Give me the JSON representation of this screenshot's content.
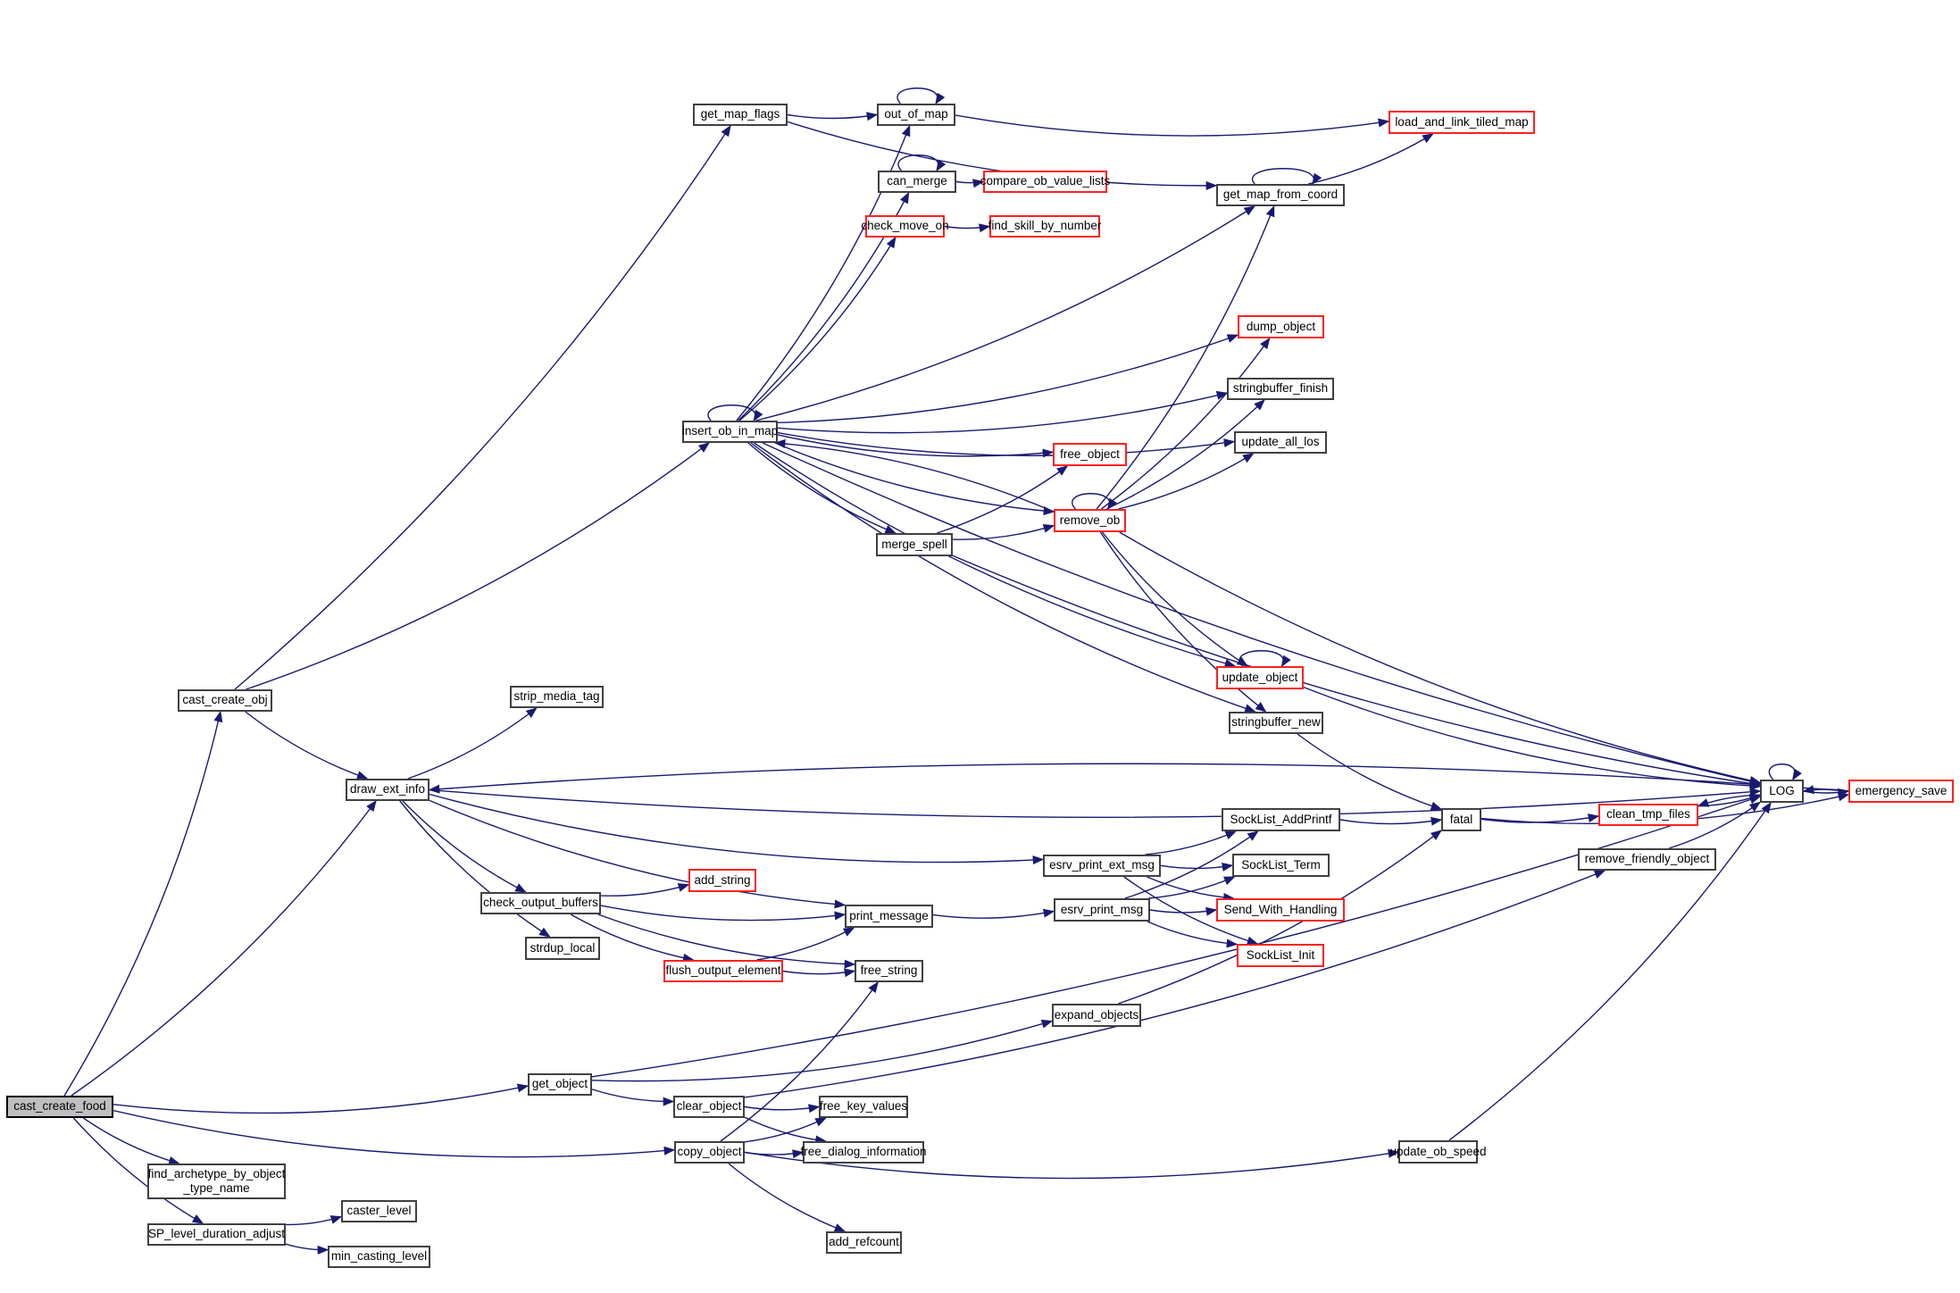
{
  "title": "cast_create_food call graph",
  "colors": {
    "edge": "#191970",
    "node_border": "#404040",
    "truncated_border": "#ff2020",
    "root_fill": "#bfbfbf"
  },
  "nodes": [
    {
      "id": "cast_create_food",
      "label": "cast_create_food",
      "style": "root"
    },
    {
      "id": "find_archetype",
      "label": "find_archetype_by_object\n_type_name",
      "style": "normal"
    },
    {
      "id": "SP_level_duration_adjust",
      "label": "SP_level_duration_adjust",
      "style": "normal"
    },
    {
      "id": "caster_level",
      "label": "caster_level",
      "style": "normal"
    },
    {
      "id": "min_casting_level",
      "label": "min_casting_level",
      "style": "normal"
    },
    {
      "id": "cast_create_obj",
      "label": "cast_create_obj",
      "style": "normal"
    },
    {
      "id": "draw_ext_info",
      "label": "draw_ext_info",
      "style": "normal"
    },
    {
      "id": "strip_media_tag",
      "label": "strip_media_tag",
      "style": "normal"
    },
    {
      "id": "check_output_buffers",
      "label": "check_output_buffers",
      "style": "normal"
    },
    {
      "id": "strdup_local",
      "label": "strdup_local",
      "style": "normal"
    },
    {
      "id": "add_string",
      "label": "add_string",
      "style": "truncated"
    },
    {
      "id": "print_message",
      "label": "print_message",
      "style": "normal"
    },
    {
      "id": "flush_output_element",
      "label": "flush_output_element",
      "style": "truncated"
    },
    {
      "id": "free_string",
      "label": "free_string",
      "style": "normal"
    },
    {
      "id": "esrv_print_ext_msg",
      "label": "esrv_print_ext_msg",
      "style": "normal"
    },
    {
      "id": "esrv_print_msg",
      "label": "esrv_print_msg",
      "style": "normal"
    },
    {
      "id": "SockList_AddPrintf",
      "label": "SockList_AddPrintf",
      "style": "normal"
    },
    {
      "id": "SockList_Term",
      "label": "SockList_Term",
      "style": "normal"
    },
    {
      "id": "Send_With_Handling",
      "label": "Send_With_Handling",
      "style": "truncated"
    },
    {
      "id": "SockList_Init",
      "label": "SockList_Init",
      "style": "truncated"
    },
    {
      "id": "fatal",
      "label": "fatal",
      "style": "normal"
    },
    {
      "id": "clean_tmp_files",
      "label": "clean_tmp_files",
      "style": "truncated"
    },
    {
      "id": "remove_friendly_object",
      "label": "remove_friendly_object",
      "style": "normal"
    },
    {
      "id": "LOG",
      "label": "LOG",
      "style": "normal"
    },
    {
      "id": "emergency_save",
      "label": "emergency_save",
      "style": "truncated"
    },
    {
      "id": "expand_objects",
      "label": "expand_objects",
      "style": "normal"
    },
    {
      "id": "get_object",
      "label": "get_object",
      "style": "normal"
    },
    {
      "id": "clear_object",
      "label": "clear_object",
      "style": "normal"
    },
    {
      "id": "copy_object",
      "label": "copy_object",
      "style": "normal"
    },
    {
      "id": "free_key_values",
      "label": "free_key_values",
      "style": "normal"
    },
    {
      "id": "free_dialog_information",
      "label": "free_dialog_information",
      "style": "normal"
    },
    {
      "id": "add_refcount",
      "label": "add_refcount",
      "style": "normal"
    },
    {
      "id": "update_ob_speed",
      "label": "update_ob_speed",
      "style": "normal"
    },
    {
      "id": "get_map_flags",
      "label": "get_map_flags",
      "style": "normal"
    },
    {
      "id": "out_of_map",
      "label": "out_of_map",
      "style": "normal"
    },
    {
      "id": "can_merge",
      "label": "can_merge",
      "style": "normal"
    },
    {
      "id": "check_move_on",
      "label": "check_move_on",
      "style": "truncated"
    },
    {
      "id": "compare_ob_value_lists",
      "label": "compare_ob_value_lists",
      "style": "truncated"
    },
    {
      "id": "find_skill_by_number",
      "label": "find_skill_by_number",
      "style": "truncated"
    },
    {
      "id": "load_and_link_tiled_map",
      "label": "load_and_link_tiled_map",
      "style": "truncated"
    },
    {
      "id": "get_map_from_coord",
      "label": "get_map_from_coord",
      "style": "normal"
    },
    {
      "id": "insert_ob_in_map",
      "label": "insert_ob_in_map",
      "style": "normal"
    },
    {
      "id": "dump_object",
      "label": "dump_object",
      "style": "truncated"
    },
    {
      "id": "stringbuffer_finish",
      "label": "stringbuffer_finish",
      "style": "normal"
    },
    {
      "id": "update_all_los",
      "label": "update_all_los",
      "style": "normal"
    },
    {
      "id": "free_object",
      "label": "free_object",
      "style": "truncated"
    },
    {
      "id": "remove_ob",
      "label": "remove_ob",
      "style": "truncated"
    },
    {
      "id": "merge_spell",
      "label": "merge_spell",
      "style": "normal"
    },
    {
      "id": "update_object",
      "label": "update_object",
      "style": "truncated"
    },
    {
      "id": "stringbuffer_new",
      "label": "stringbuffer_new",
      "style": "normal"
    }
  ],
  "edges": [
    [
      "cast_create_food",
      "cast_create_obj"
    ],
    [
      "cast_create_food",
      "draw_ext_info"
    ],
    [
      "cast_create_food",
      "get_object"
    ],
    [
      "cast_create_food",
      "copy_object"
    ],
    [
      "cast_create_food",
      "find_archetype"
    ],
    [
      "cast_create_food",
      "SP_level_duration_adjust"
    ],
    [
      "SP_level_duration_adjust",
      "caster_level"
    ],
    [
      "SP_level_duration_adjust",
      "min_casting_level"
    ],
    [
      "cast_create_obj",
      "get_map_flags"
    ],
    [
      "cast_create_obj",
      "insert_ob_in_map"
    ],
    [
      "cast_create_obj",
      "draw_ext_info"
    ],
    [
      "draw_ext_info",
      "strip_media_tag"
    ],
    [
      "draw_ext_info",
      "check_output_buffers"
    ],
    [
      "draw_ext_info",
      "strdup_local"
    ],
    [
      "draw_ext_info",
      "print_message"
    ],
    [
      "draw_ext_info",
      "esrv_print_ext_msg"
    ],
    [
      "draw_ext_info",
      "LOG"
    ],
    [
      "check_output_buffers",
      "add_string"
    ],
    [
      "check_output_buffers",
      "print_message"
    ],
    [
      "check_output_buffers",
      "flush_output_element"
    ],
    [
      "check_output_buffers",
      "free_string"
    ],
    [
      "flush_output_element",
      "print_message"
    ],
    [
      "flush_output_element",
      "free_string"
    ],
    [
      "print_message",
      "esrv_print_msg"
    ],
    [
      "esrv_print_ext_msg",
      "SockList_AddPrintf"
    ],
    [
      "esrv_print_ext_msg",
      "SockList_Term"
    ],
    [
      "esrv_print_ext_msg",
      "Send_With_Handling"
    ],
    [
      "esrv_print_ext_msg",
      "SockList_Init"
    ],
    [
      "esrv_print_msg",
      "SockList_AddPrintf"
    ],
    [
      "esrv_print_msg",
      "SockList_Term"
    ],
    [
      "esrv_print_msg",
      "Send_With_Handling"
    ],
    [
      "esrv_print_msg",
      "SockList_Init"
    ],
    [
      "SockList_AddPrintf",
      "fatal"
    ],
    [
      "fatal",
      "clean_tmp_files"
    ],
    [
      "fatal",
      "emergency_save"
    ],
    [
      "clean_tmp_files",
      "LOG"
    ],
    [
      "LOG",
      "clean_tmp_files"
    ],
    [
      "LOG",
      "emergency_save"
    ],
    [
      "emergency_save",
      "LOG"
    ],
    [
      "LOG",
      "LOG"
    ],
    [
      "emergency_save",
      "draw_ext_info"
    ],
    [
      "remove_friendly_object",
      "LOG"
    ],
    [
      "expand_objects",
      "fatal"
    ],
    [
      "get_object",
      "expand_objects"
    ],
    [
      "get_object",
      "clear_object"
    ],
    [
      "get_object",
      "LOG"
    ],
    [
      "clear_object",
      "free_key_values"
    ],
    [
      "clear_object",
      "free_dialog_information"
    ],
    [
      "clear_object",
      "remove_friendly_object"
    ],
    [
      "copy_object",
      "free_key_values"
    ],
    [
      "copy_object",
      "free_dialog_information"
    ],
    [
      "copy_object",
      "free_string"
    ],
    [
      "copy_object",
      "add_refcount"
    ],
    [
      "copy_object",
      "update_ob_speed"
    ],
    [
      "update_ob_speed",
      "LOG"
    ],
    [
      "get_map_flags",
      "out_of_map"
    ],
    [
      "get_map_flags",
      "get_map_from_coord"
    ],
    [
      "out_of_map",
      "out_of_map"
    ],
    [
      "out_of_map",
      "load_and_link_tiled_map"
    ],
    [
      "get_map_from_coord",
      "get_map_from_coord"
    ],
    [
      "get_map_from_coord",
      "load_and_link_tiled_map"
    ],
    [
      "can_merge",
      "can_merge"
    ],
    [
      "can_merge",
      "compare_ob_value_lists"
    ],
    [
      "check_move_on",
      "find_skill_by_number"
    ],
    [
      "insert_ob_in_map",
      "insert_ob_in_map"
    ],
    [
      "insert_ob_in_map",
      "out_of_map"
    ],
    [
      "insert_ob_in_map",
      "can_merge"
    ],
    [
      "insert_ob_in_map",
      "check_move_on"
    ],
    [
      "insert_ob_in_map",
      "get_map_from_coord"
    ],
    [
      "insert_ob_in_map",
      "dump_object"
    ],
    [
      "insert_ob_in_map",
      "stringbuffer_finish"
    ],
    [
      "insert_ob_in_map",
      "update_all_los"
    ],
    [
      "insert_ob_in_map",
      "free_object"
    ],
    [
      "insert_ob_in_map",
      "remove_ob"
    ],
    [
      "insert_ob_in_map",
      "merge_spell"
    ],
    [
      "insert_ob_in_map",
      "LOG"
    ],
    [
      "insert_ob_in_map",
      "update_object"
    ],
    [
      "insert_ob_in_map",
      "stringbuffer_new"
    ],
    [
      "merge_spell",
      "free_object"
    ],
    [
      "merge_spell",
      "remove_ob"
    ],
    [
      "merge_spell",
      "LOG"
    ],
    [
      "remove_ob",
      "remove_ob"
    ],
    [
      "remove_ob",
      "insert_ob_in_map"
    ],
    [
      "remove_ob",
      "get_map_from_coord"
    ],
    [
      "remove_ob",
      "dump_object"
    ],
    [
      "remove_ob",
      "stringbuffer_finish"
    ],
    [
      "remove_ob",
      "update_all_los"
    ],
    [
      "remove_ob",
      "LOG"
    ],
    [
      "remove_ob",
      "update_object"
    ],
    [
      "remove_ob",
      "stringbuffer_new"
    ],
    [
      "update_object",
      "update_object"
    ],
    [
      "update_object",
      "LOG"
    ],
    [
      "stringbuffer_new",
      "fatal"
    ]
  ]
}
